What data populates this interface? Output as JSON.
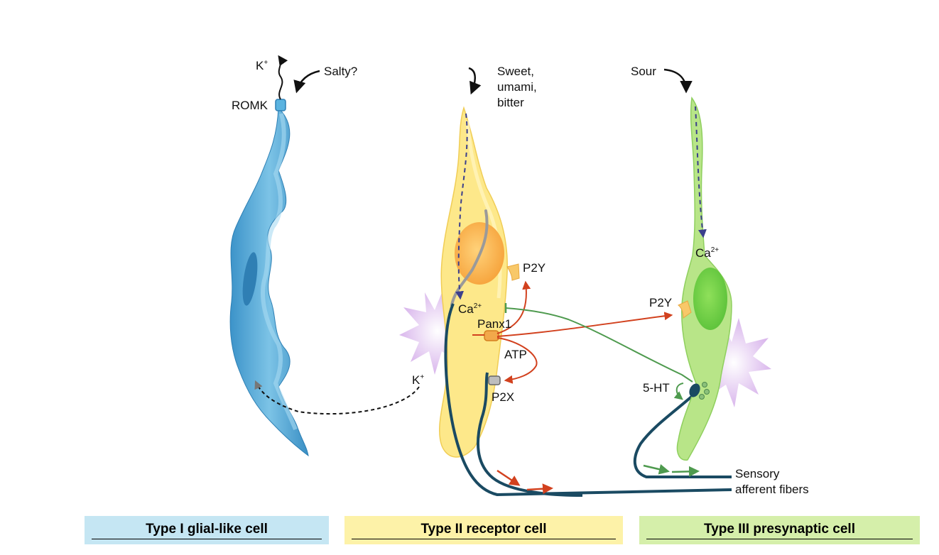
{
  "labels": {
    "k_plus_top": "K",
    "k_plus_top_sup": "+",
    "salty": "Salty?",
    "romk": "ROMK",
    "sweet_1": "Sweet,",
    "sweet_2": "umami,",
    "sweet_3": "bitter",
    "sour": "Sour",
    "ca_type2": "Ca",
    "ca_type2_sup": "2+",
    "ca_type3": "Ca",
    "ca_type3_sup": "2+",
    "p2y_type2": "P2Y",
    "p2y_type3": "P2Y",
    "panx1": "Panx1",
    "atp": "ATP",
    "p2x": "P2X",
    "k_plus_mid": "K",
    "k_plus_mid_sup": "+",
    "five_ht": "5-HT",
    "sensory_1": "Sensory",
    "sensory_2": "afferent fibers"
  },
  "bands": {
    "type1": "Type I glial-like cell",
    "type2": "Type II receptor cell",
    "type3": "Type III presynaptic cell"
  },
  "colors": {
    "type1_band": "#c5e6f3",
    "type2_band": "#fdf2a8",
    "type3_band": "#d5efaa",
    "type1_cell": "#5aaed8",
    "type2_cell": "#fde88a",
    "type3_cell": "#b8e588",
    "nerve": "#1a4a62",
    "atp_arrow": "#d2411e",
    "serotonin_arrow": "#4e9a4e"
  }
}
